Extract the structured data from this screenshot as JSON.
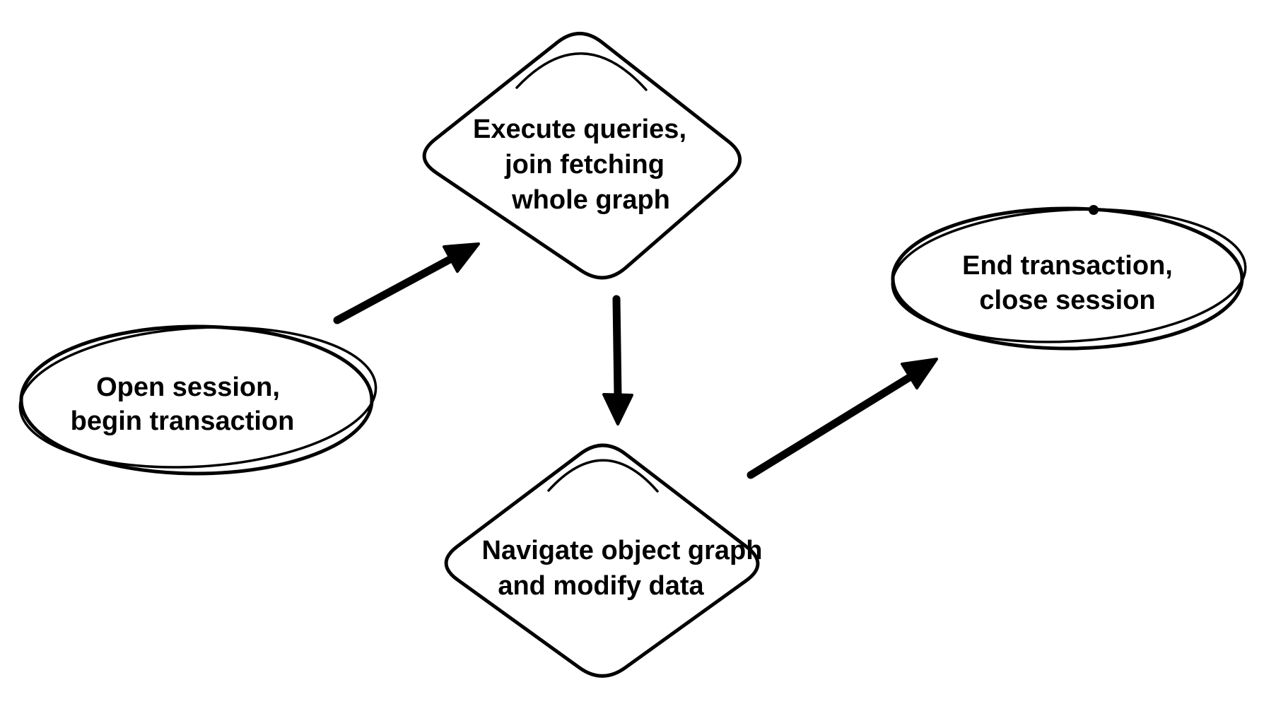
{
  "page": {
    "colors": {
      "ink": "#000000",
      "background": "#ffffff"
    }
  },
  "diagram": {
    "type": "flowchart",
    "style": "hand-drawn",
    "nodes": {
      "open_session": {
        "shape": "ellipse",
        "line1": "Open session,",
        "line2": "begin transaction"
      },
      "execute_queries": {
        "shape": "diamond",
        "line1": "Execute queries,",
        "line2": "join fetching",
        "line3": "whole graph"
      },
      "navigate_graph": {
        "shape": "diamond",
        "line1": "Navigate object graph",
        "line2": "and modify data"
      },
      "end_transaction": {
        "shape": "ellipse",
        "line1": "End transaction,",
        "line2": "close session"
      }
    },
    "edges": [
      {
        "from": "open_session",
        "to": "execute_queries"
      },
      {
        "from": "execute_queries",
        "to": "navigate_graph"
      },
      {
        "from": "navigate_graph",
        "to": "end_transaction"
      }
    ]
  }
}
